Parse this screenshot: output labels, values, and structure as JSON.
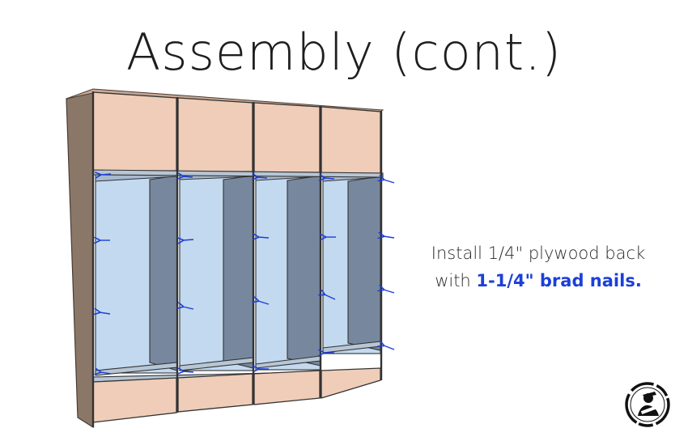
{
  "title": "Assembly (cont.)",
  "instruction": {
    "line1": "Install 1/4\" plywood back",
    "line2_prefix": "with ",
    "line2_highlight": "1-1/4\" brad nails."
  },
  "colors": {
    "panel_top": "#f0cdb8",
    "cubby_back": "#c3d9ef",
    "side_shadow": "#77889e",
    "outer_side": "#8b7768",
    "arrow": "#1b3fd8"
  },
  "icons": [
    "nail-arrow-icon",
    "brand-logo-icon"
  ]
}
